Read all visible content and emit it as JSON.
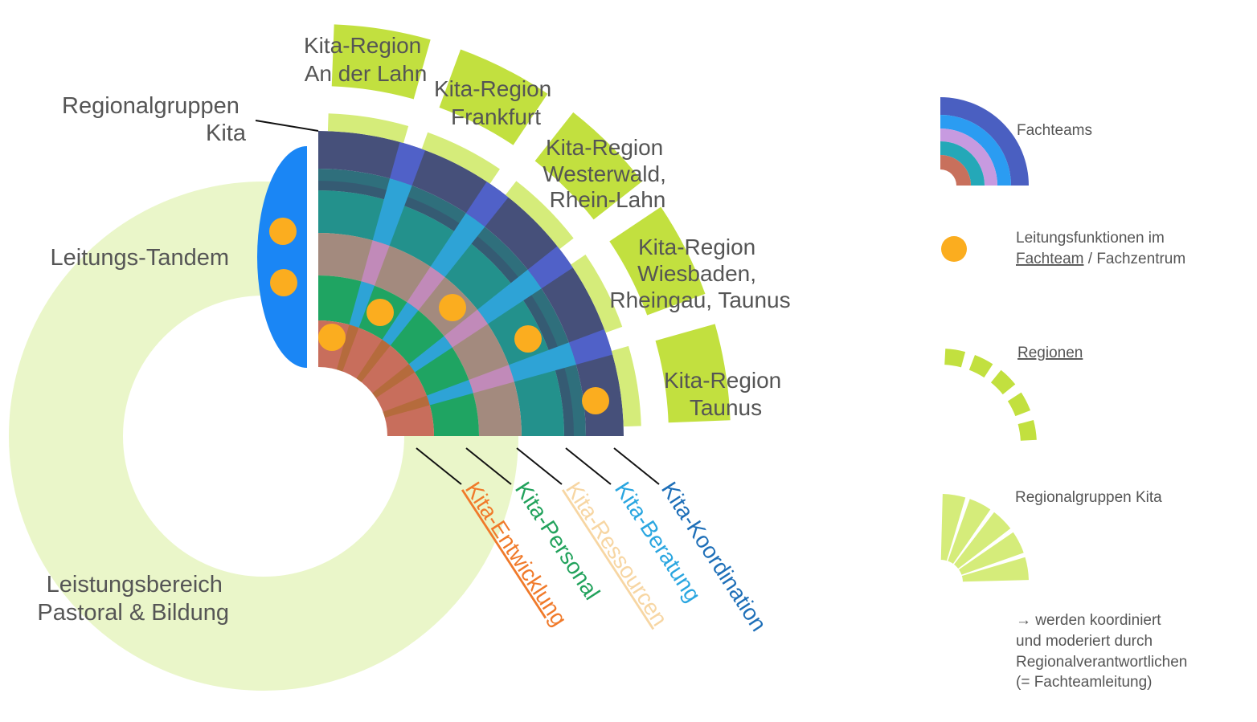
{
  "colors": {
    "outer_ring": "#eaf6c9",
    "tandem": "#1a86f5",
    "region": "#c2e03f",
    "regional_group": "#d5ec7a",
    "koordination": "#46507a",
    "beratung": "#23918c",
    "ressourcen": "#a38a7e",
    "personal": "#1fa462",
    "entwicklung": "#c86e5c",
    "spoke_blue": "#5061c8",
    "spoke_cyan": "#2ea3d6",
    "spoke_pink": "#c18ab9",
    "spoke_orange": "#b56b3c",
    "leader_dot": "#fbad1f"
  },
  "labels": {
    "regionalgruppen": [
      "Regionalgruppen",
      "Kita"
    ],
    "leitungs_tandem": "Leitungs-Tandem",
    "leistungsbereich": [
      "Leistungsbereich",
      "Pastoral & Bildung"
    ]
  },
  "regions": [
    {
      "lines": [
        "Kita-Region",
        "An der Lahn"
      ]
    },
    {
      "lines": [
        "Kita-Region",
        "Frankfurt"
      ]
    },
    {
      "lines": [
        "Kita-Region",
        "Westerwald,",
        "Rhein-Lahn"
      ]
    },
    {
      "lines": [
        "Kita-Region",
        "Wiesbaden,",
        "Rheingau, Taunus"
      ]
    },
    {
      "lines": [
        "Kita-Region",
        "Taunus"
      ]
    }
  ],
  "teams": [
    {
      "label": "Kita-Entwicklung",
      "color": "#f07a2a"
    },
    {
      "label": "Kita-Personal",
      "color": "#22a25c"
    },
    {
      "label": "Kita-Ressourcen",
      "color": "#f7d6a3"
    },
    {
      "label": "Kita-Beratung",
      "color": "#2aa6e0"
    },
    {
      "label": "Kita-Koordination",
      "color": "#1e6fb8"
    }
  ],
  "legend": {
    "fachteams": "Fachteams",
    "leitung": [
      "Leitungsfunktionen im",
      "Fachteam",
      " / Fachzentrum"
    ],
    "regionen": "Regionen",
    "regionalgruppen": "Regionalgruppen  Kita",
    "note": [
      "→ werden koordiniert",
      "und moderiert durch",
      "Regionalverantwortlichen",
      "(= Fachteamleitung)"
    ]
  }
}
